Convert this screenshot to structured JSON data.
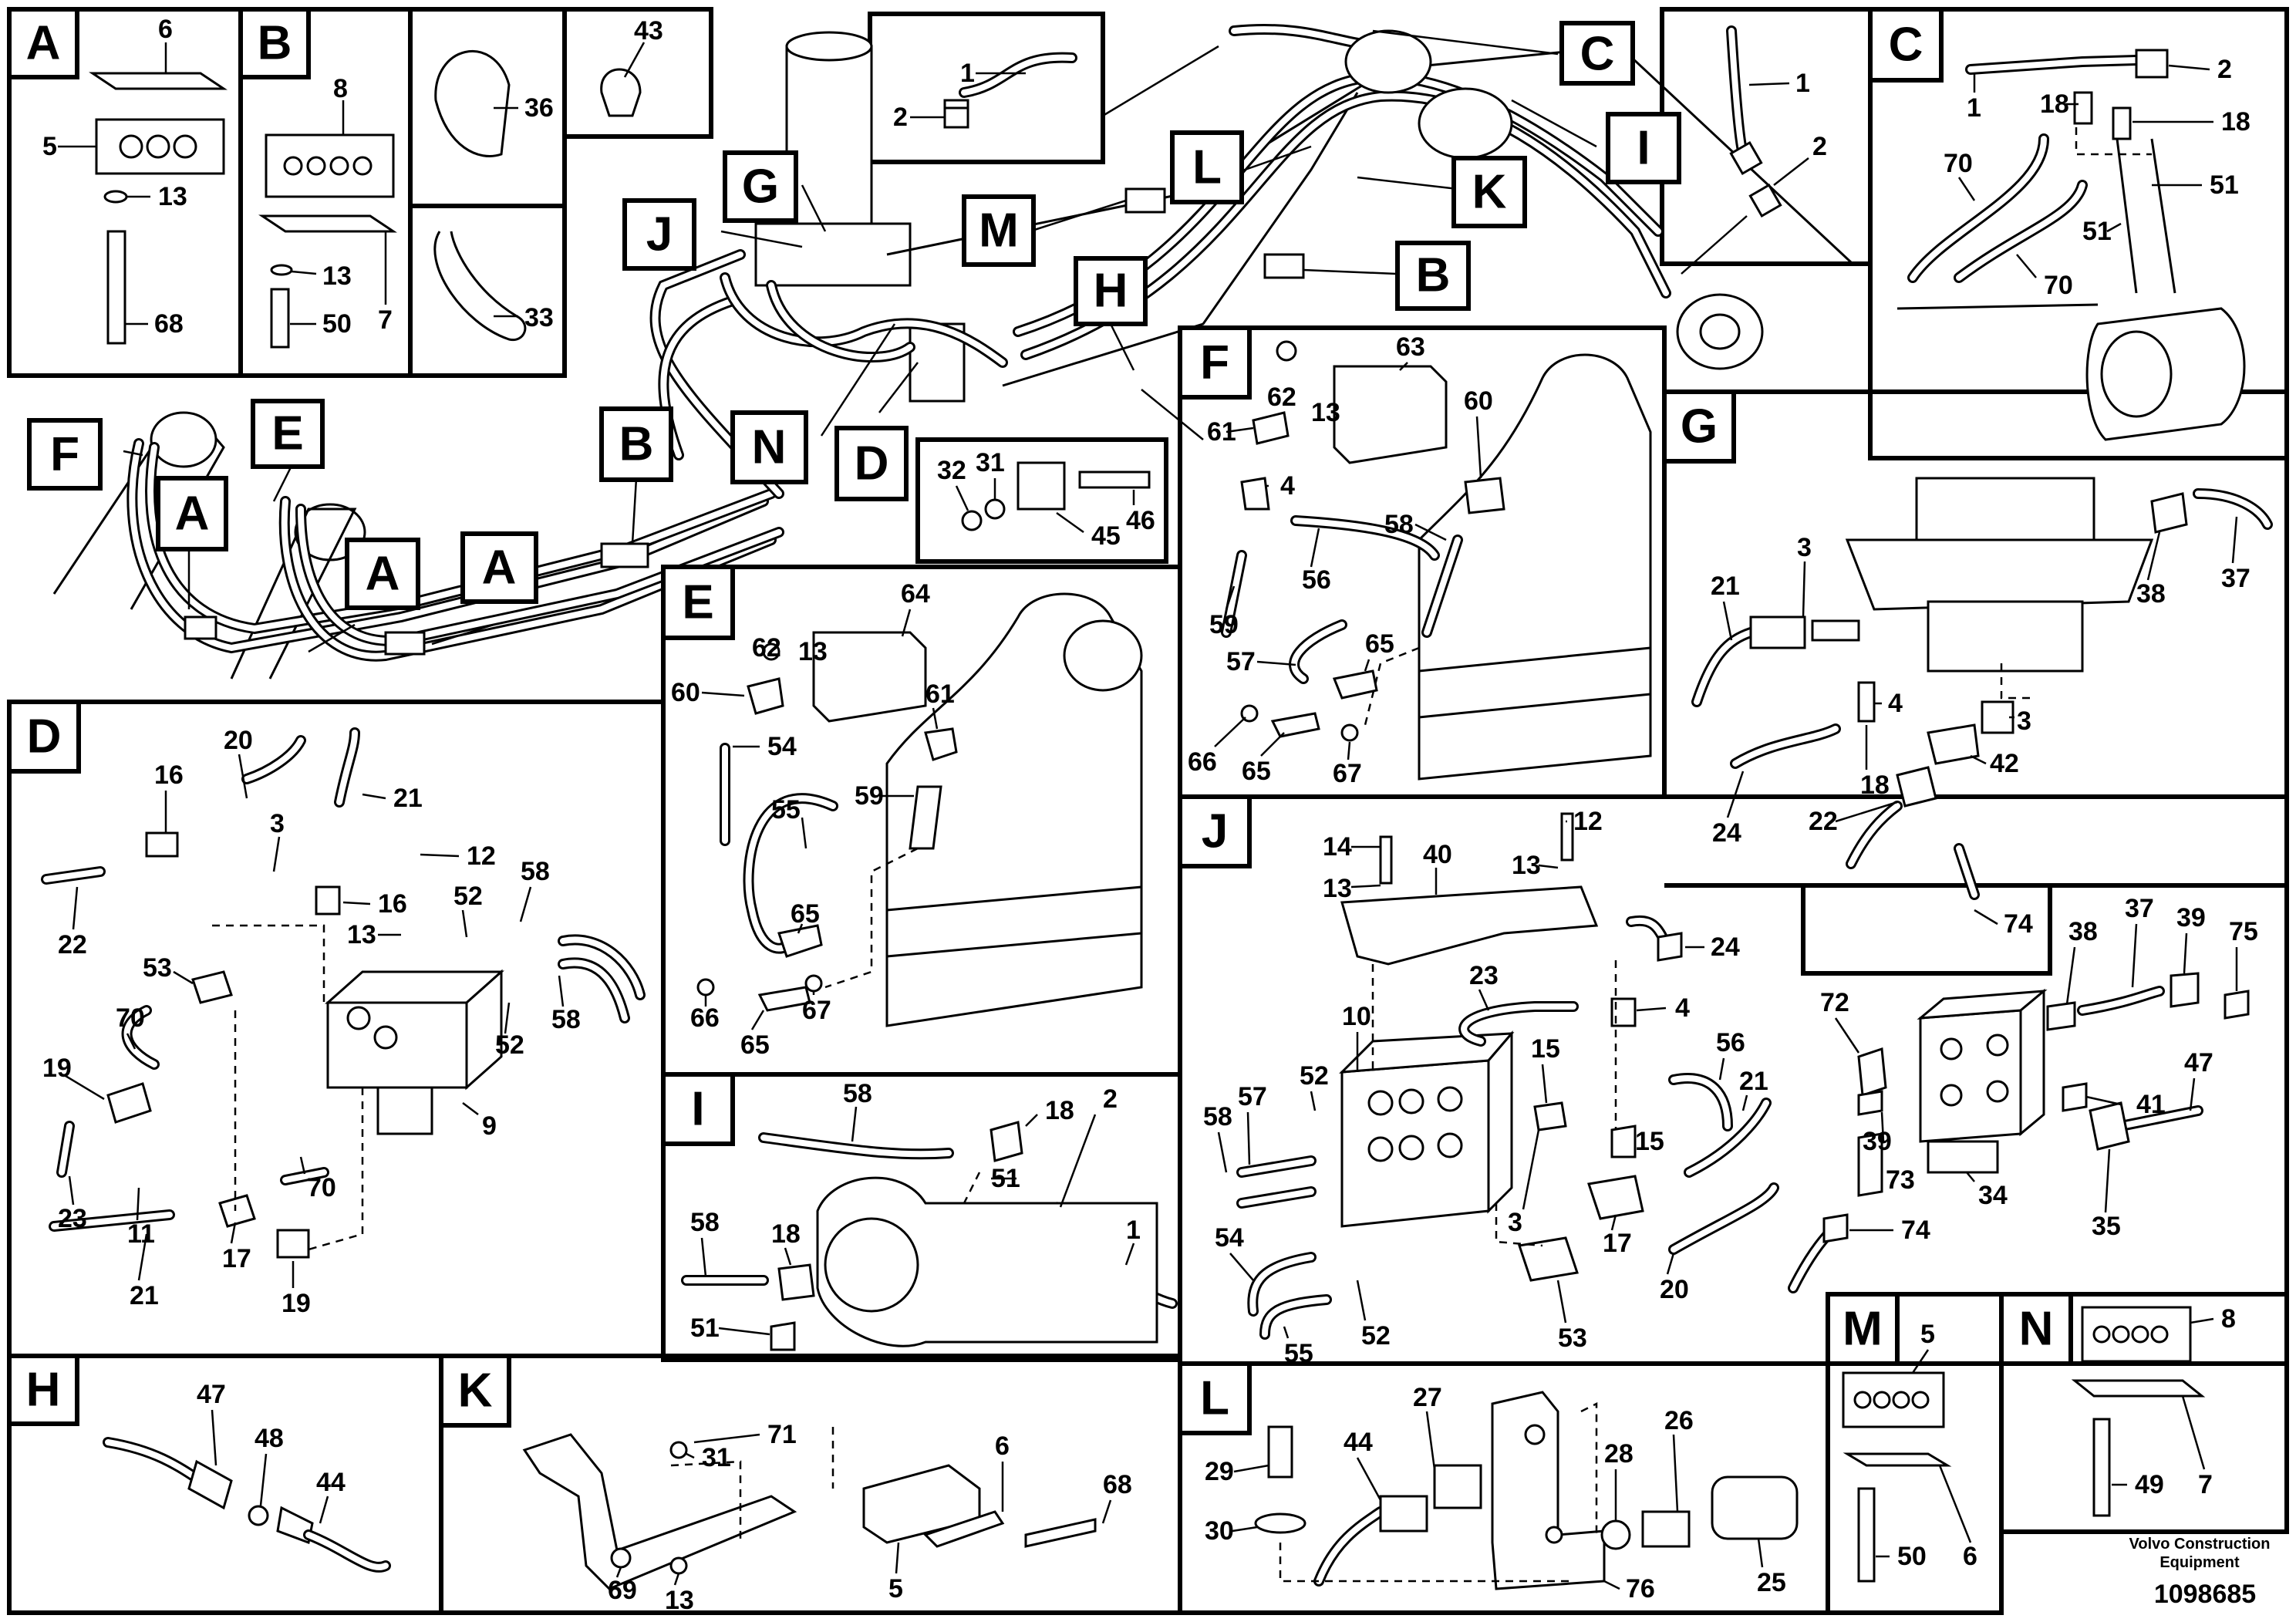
{
  "footer": {
    "brand_line1": "Volvo Construction",
    "brand_line2": "Equipment",
    "document_number": "1098685"
  },
  "section_labels": [
    "A",
    "B",
    "C",
    "D",
    "E",
    "F",
    "G",
    "H",
    "I",
    "J",
    "K",
    "L",
    "M",
    "N"
  ],
  "callout_labels": [
    "A",
    "B",
    "C",
    "D",
    "E",
    "F",
    "G",
    "H",
    "I",
    "J",
    "K",
    "L",
    "M",
    "N"
  ],
  "part_numbers": {
    "A": [
      "6",
      "5",
      "13",
      "68"
    ],
    "B": [
      "8",
      "13",
      "7",
      "50"
    ],
    "clamps": [
      "36",
      "43",
      "33"
    ],
    "C": [
      "1",
      "2",
      "18",
      "18",
      "70",
      "51",
      "51",
      "70"
    ],
    "top_inset": [
      "1",
      "2"
    ],
    "right_inset": [
      "1",
      "2"
    ],
    "H_callout": [
      "32",
      "31",
      "45",
      "46"
    ],
    "D": [
      "20",
      "16",
      "21",
      "3",
      "22",
      "53",
      "12",
      "16",
      "13",
      "52",
      "58",
      "70",
      "52",
      "58",
      "19",
      "11",
      "23",
      "17",
      "70",
      "21",
      "19",
      "9"
    ],
    "E": [
      "64",
      "62",
      "13",
      "60",
      "61",
      "54",
      "59",
      "55",
      "65",
      "66",
      "65",
      "67"
    ],
    "F": [
      "63",
      "62",
      "13",
      "61",
      "60",
      "4",
      "56",
      "58",
      "59",
      "57",
      "65",
      "66",
      "65",
      "67"
    ],
    "G": [
      "3",
      "38",
      "37",
      "21",
      "4",
      "3",
      "18",
      "42",
      "24",
      "22",
      "74"
    ],
    "I": [
      "58",
      "18",
      "2",
      "51",
      "1",
      "58",
      "18",
      "51"
    ],
    "J": [
      "12",
      "14",
      "13",
      "13",
      "40",
      "24",
      "23",
      "4",
      "10",
      "15",
      "56",
      "57",
      "52",
      "58",
      "21",
      "15",
      "54",
      "3",
      "17",
      "20",
      "52",
      "55",
      "53"
    ],
    "J_right": [
      "37",
      "39",
      "75",
      "38",
      "72",
      "41",
      "47",
      "39",
      "73",
      "34",
      "35",
      "74"
    ],
    "H": [
      "47",
      "48",
      "44"
    ],
    "K": [
      "71",
      "31",
      "6",
      "68",
      "69",
      "13",
      "5"
    ],
    "L": [
      "27",
      "26",
      "29",
      "44",
      "28",
      "30",
      "25",
      "76"
    ],
    "M": [
      "5",
      "50",
      "6"
    ],
    "N": [
      "8",
      "49",
      "7"
    ]
  }
}
